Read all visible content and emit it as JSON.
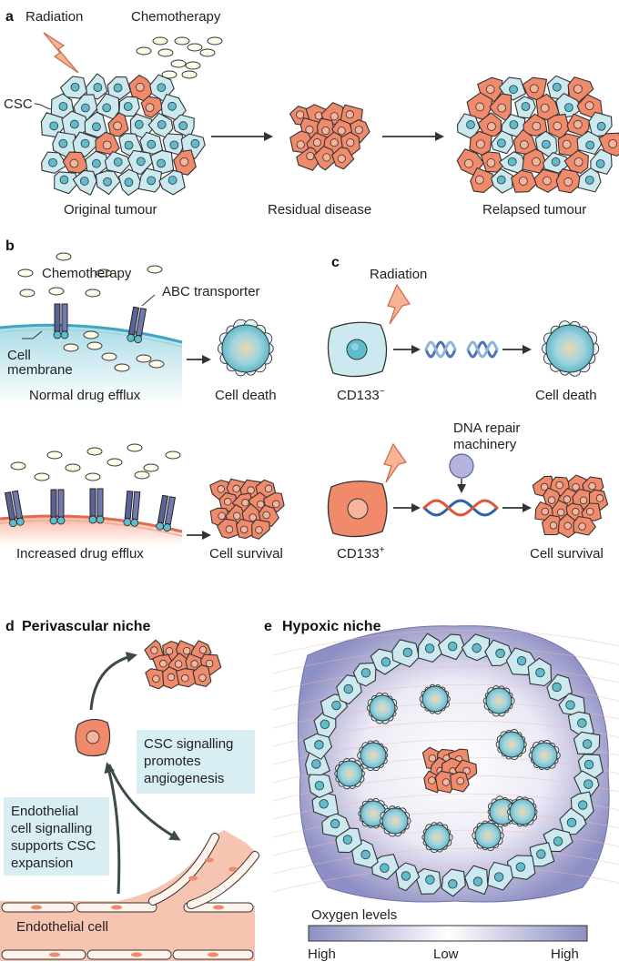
{
  "panel_a": {
    "letter": "a",
    "radiation": "Radiation",
    "chemotherapy": "Chemotherapy",
    "csc": "CSC",
    "original": "Original tumour",
    "residual": "Residual disease",
    "relapsed": "Relapsed tumour"
  },
  "panel_b": {
    "letter": "b",
    "chemotherapy": "Chemotherapy",
    "abc": "ABC transporter",
    "membrane_1": "Cell",
    "membrane_2": "membrane",
    "normal": "Normal drug efflux",
    "death": "Cell death",
    "increased": "Increased drug efflux",
    "survival": "Cell survival"
  },
  "panel_c": {
    "letter": "c",
    "radiation": "Radiation",
    "cd133_neg": "CD133",
    "neg_sign": "−",
    "death": "Cell death",
    "dna_1": "DNA repair",
    "dna_2": "machinery",
    "cd133_pos": "CD133",
    "pos_sign": "+",
    "survival": "Cell survival"
  },
  "panel_d": {
    "letter": "d",
    "title": "Perivascular niche",
    "csc_box": [
      "CSC signalling",
      "promotes",
      "angiogenesis"
    ],
    "endo_box": [
      "Endothelial",
      "cell signalling",
      "supports CSC",
      "expansion"
    ],
    "endo_cell": "Endothelial cell"
  },
  "panel_e": {
    "letter": "e",
    "title": "Hypoxic niche",
    "oxygen": "Oxygen levels",
    "high_left": "High",
    "low": "Low",
    "high_right": "High"
  },
  "colors": {
    "csc_orange": "#f08a6a",
    "cell_blue": "#cde9f0",
    "nucleus_blue": "#5fbccd",
    "transporter": "#5b6396",
    "hypoxic_purple": "#8e8fc4"
  }
}
